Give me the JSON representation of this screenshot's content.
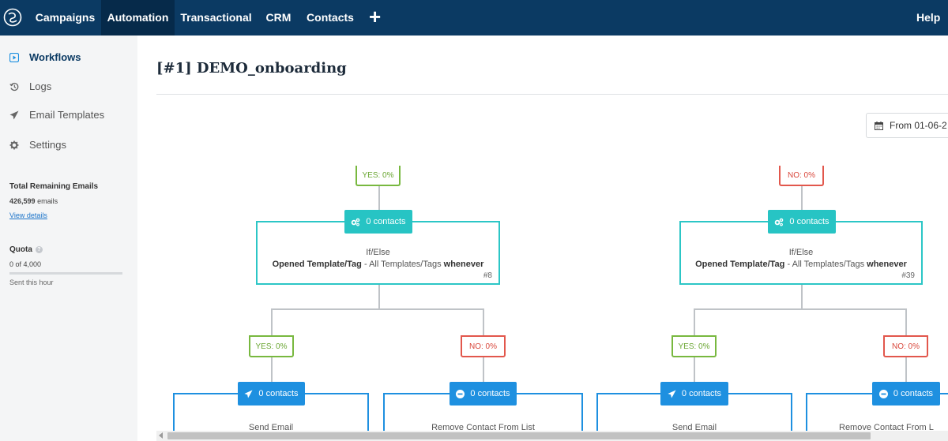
{
  "nav": {
    "items": [
      {
        "label": "Campaigns",
        "active": false
      },
      {
        "label": "Automation",
        "active": true
      },
      {
        "label": "Transactional",
        "active": false
      },
      {
        "label": "CRM",
        "active": false
      },
      {
        "label": "Contacts",
        "active": false
      }
    ],
    "add_icon": "plus-icon",
    "help_label": "Help"
  },
  "sidebar": {
    "items": [
      {
        "label": "Workflows",
        "icon": "play-square-icon",
        "active": true
      },
      {
        "label": "Logs",
        "icon": "history-icon",
        "active": false
      },
      {
        "label": "Email Templates",
        "icon": "paper-plane-icon",
        "active": false
      },
      {
        "label": "Settings",
        "icon": "gear-icon",
        "active": false
      }
    ],
    "remaining": {
      "title": "Total Remaining Emails",
      "count": "426,599",
      "unit": "emails",
      "link": "View details"
    },
    "quota": {
      "title": "Quota",
      "value": "0 of 4,000",
      "fraction": 0.0,
      "note": "Sent this hour"
    }
  },
  "main": {
    "title": "[#1] DEMO_onboarding",
    "date_filter": "From 01-06-2"
  },
  "workflow": {
    "colors": {
      "teal": "#27c4c4",
      "blue": "#1e90e0",
      "yes": "#78b83f",
      "no": "#e2574c"
    },
    "top_tags": [
      "YES: 0%",
      "NO: 0%"
    ],
    "conditions": [
      {
        "contacts": "0 contacts",
        "type": "If/Else",
        "action": "Opened Template/Tag",
        "scope": "All Templates/Tags",
        "when": "whenever",
        "id": "#8"
      },
      {
        "contacts": "0 contacts",
        "type": "If/Else",
        "action": "Opened Template/Tag",
        "scope": "All Templates/Tags",
        "when": "whenever",
        "id": "#39"
      }
    ],
    "branch_tags": {
      "yes": "YES: 0%",
      "no": "NO: 0%"
    },
    "actions": [
      {
        "contacts": "0 contacts",
        "label": "Send Email",
        "icon": "paper-plane-icon"
      },
      {
        "contacts": "0 contacts",
        "label": "Remove Contact From List",
        "icon": "minus-circle-icon"
      },
      {
        "contacts": "0 contacts",
        "label": "Send Email",
        "icon": "paper-plane-icon"
      },
      {
        "contacts": "0 contacts",
        "label": "Remove Contact From L",
        "icon": "minus-circle-icon"
      }
    ]
  }
}
